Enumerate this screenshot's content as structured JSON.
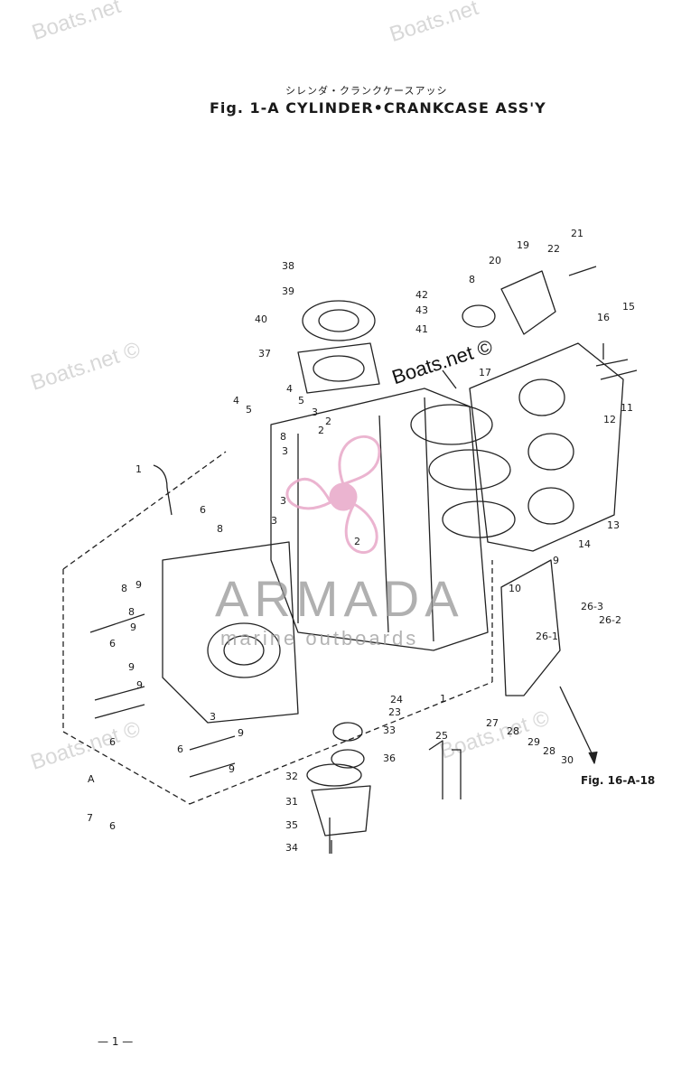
{
  "header": {
    "title_jp": "シレンダ・クランクケースアッシ",
    "title": "Fig. 1-A   CYLINDER•CRANKCASE ASS'Y"
  },
  "cross_reference": "Fig. 16-A-18",
  "page_number": "— 1 —",
  "watermarks": {
    "boats_a": "Boats.net",
    "boats_b": "Boats.net ©",
    "boats_c": "Boats.net ©",
    "boats_d": "Boats.net",
    "boats_mid": "Boats.net ©",
    "armada": "ARMADA",
    "armada_sub": "marine outboards"
  },
  "callouts": [
    "38",
    "39",
    "40",
    "37",
    "42",
    "43",
    "41",
    "8",
    "20",
    "19",
    "22",
    "21",
    "16",
    "15",
    "17",
    "11",
    "12",
    "13",
    "14",
    "4",
    "5",
    "4",
    "5",
    "3",
    "2",
    "8",
    "3",
    "2",
    "1",
    "6",
    "8",
    "3",
    "3",
    "2",
    "8",
    "9",
    "8",
    "9",
    "6",
    "9",
    "9",
    "6",
    "3",
    "9",
    "6",
    "9",
    "7",
    "6",
    "A",
    "10",
    "9",
    "26-3",
    "26-2",
    "26-1",
    "27",
    "28",
    "29",
    "28",
    "30",
    "24",
    "23",
    "1",
    "33",
    "25",
    "36",
    "32",
    "31",
    "35",
    "34"
  ]
}
